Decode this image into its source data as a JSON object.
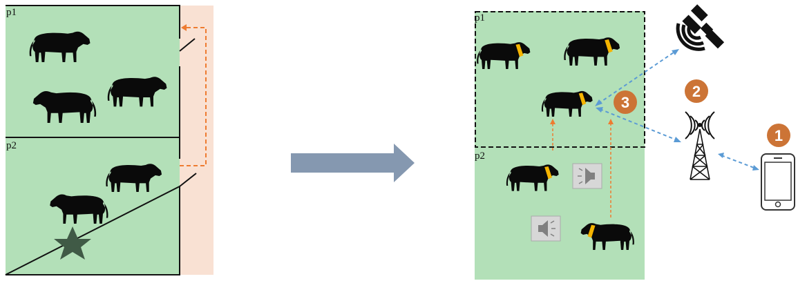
{
  "colors": {
    "paddock_green": "#b3e0b8",
    "corridor_peach": "#f9e1d3",
    "arrow_blue_gray": "#8598b0",
    "orange_dash": "#ee7b30",
    "blue_dash": "#5b9bd5",
    "collar_yellow": "#f5b400",
    "badge_orange": "#cc7436",
    "star_green": "#405a46",
    "speaker_box": "#d7d7d7"
  },
  "left_panel": {
    "paddock_1_label": "p1",
    "paddock_2_label": "p2"
  },
  "right_panel": {
    "paddock_1_label": "p1",
    "paddock_2_label": "p2"
  },
  "badges": {
    "step_1": "1",
    "step_2": "2",
    "step_3": "3"
  },
  "icons": {
    "satellite": "satellite-icon",
    "tower": "radio-tower-icon",
    "phone": "smartphone-icon",
    "speaker": "speaker-icon",
    "star": "star-icon",
    "cow": "cow-icon",
    "transition_arrow": "right-arrow-icon"
  }
}
